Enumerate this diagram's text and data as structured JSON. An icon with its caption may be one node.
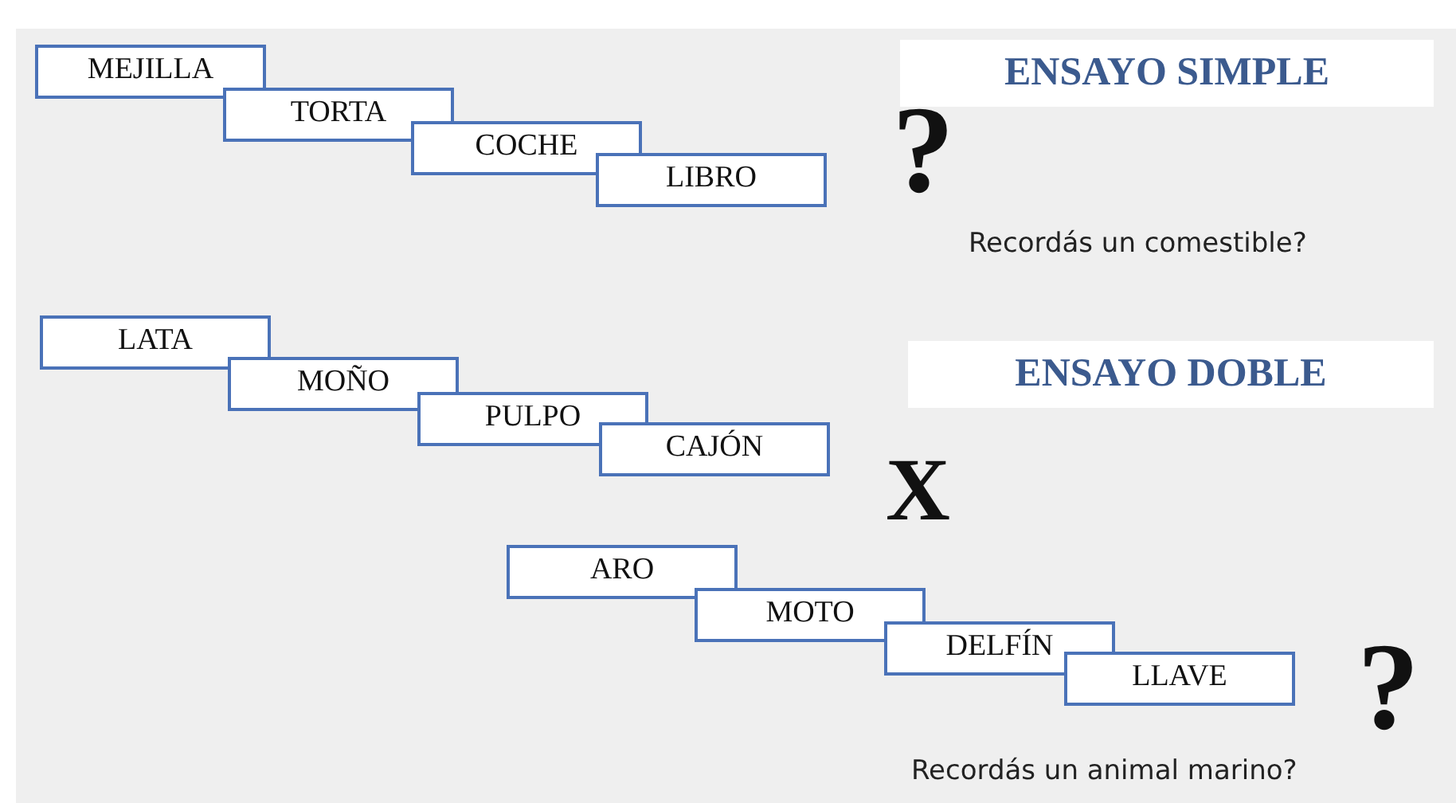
{
  "diagram": {
    "nodes": [
      {
        "text": [
          "MEJILLA"
        ]
      },
      {
        "text": [
          "TORTA"
        ]
      },
      {
        "text": [
          "COCHE"
        ]
      },
      {
        "text": [
          "LIBRO"
        ]
      },
      {
        "text": [
          "ENSAYO SIMPLE"
        ]
      },
      {
        "text": [
          "LATA"
        ]
      },
      {
        "text": [
          "MOÑO"
        ]
      },
      {
        "text": [
          "PULPO"
        ]
      },
      {
        "text": [
          "CAJÓN"
        ]
      },
      {
        "text": [
          "ENSAYO DOBLE"
        ]
      },
      {
        "text": [
          "ARO"
        ]
      },
      {
        "text": [
          "MOTO"
        ]
      },
      {
        "text": [
          "DELFÍN"
        ]
      },
      {
        "text": [
          "LLAVE"
        ]
      }
    ],
    "edges": [],
    "labels": [
      "?",
      "Recordás un comestible?",
      "X",
      "?",
      "Recordás un animal marino?"
    ]
  }
}
